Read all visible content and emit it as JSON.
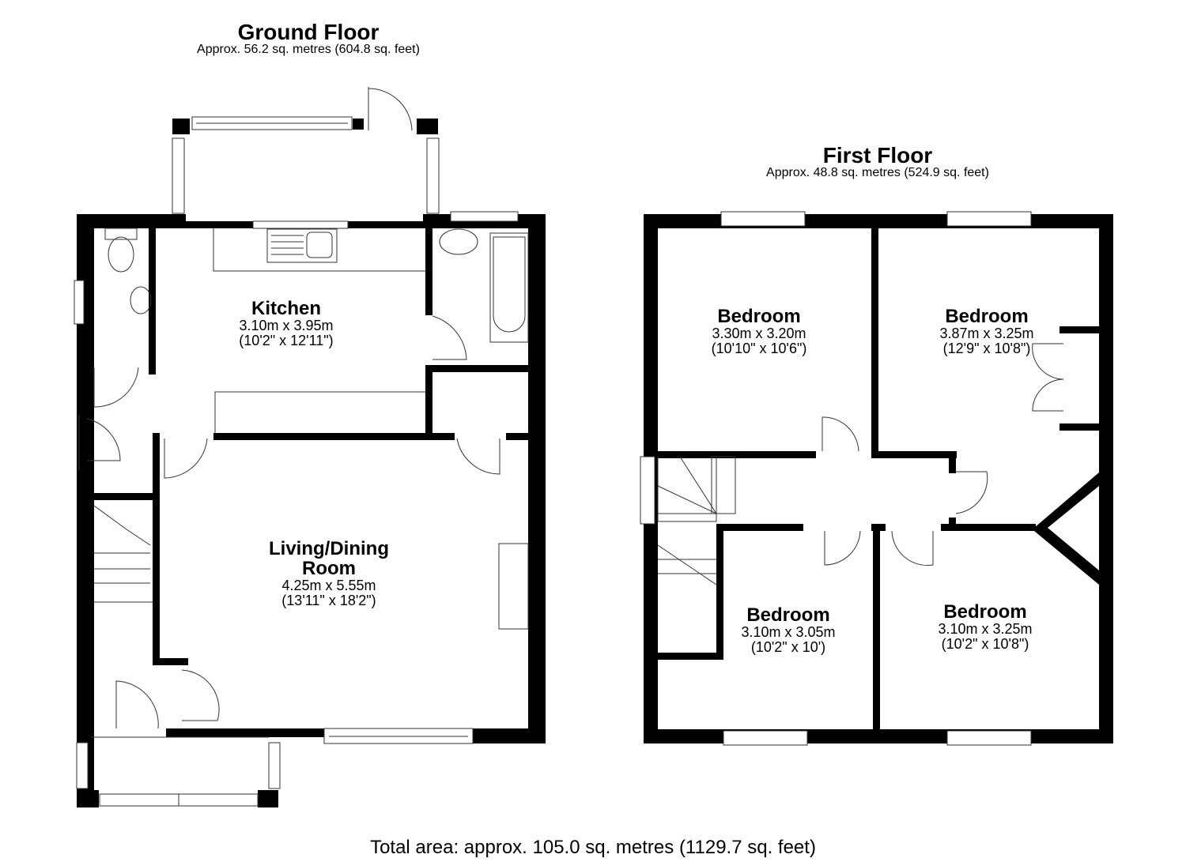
{
  "ground_floor": {
    "title": "Ground Floor",
    "area": "Approx. 56.2 sq. metres (604.8 sq. feet)",
    "rooms": [
      {
        "name": "Kitchen",
        "metric": "3.10m x 3.95m",
        "imperial": "(10'2\" x 12'11\")"
      },
      {
        "name_line1": "Living/Dining",
        "name_line2": "Room",
        "metric": "4.25m x 5.55m",
        "imperial": "(13'11\" x 18'2\")"
      }
    ]
  },
  "first_floor": {
    "title": "First Floor",
    "area": "Approx. 48.8 sq. metres (524.9 sq. feet)",
    "rooms": [
      {
        "name": "Bedroom",
        "metric": "3.30m x 3.20m",
        "imperial": "(10'10\" x 10'6\")"
      },
      {
        "name": "Bedroom",
        "metric": "3.87m x 3.25m",
        "imperial": "(12'9\" x 10'8\")"
      },
      {
        "name": "Bedroom",
        "metric": "3.10m x 3.05m",
        "imperial": "(10'2\" x 10')"
      },
      {
        "name": "Bedroom",
        "metric": "3.10m x 3.25m",
        "imperial": "(10'2\" x 10'8\")"
      }
    ]
  },
  "total_area": "Total area: approx. 105.0 sq. metres (1129.7 sq. feet)"
}
